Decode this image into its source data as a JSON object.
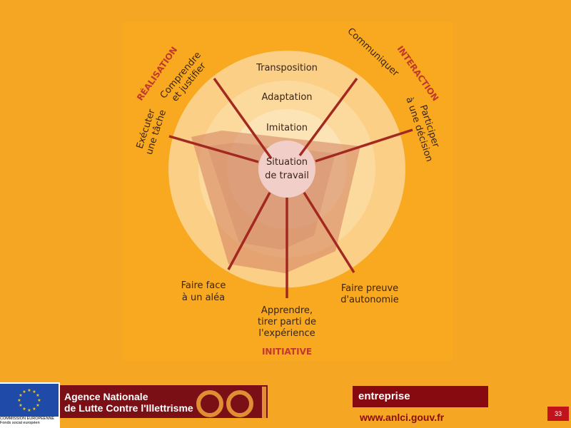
{
  "diagram": {
    "center": [
      "Situation",
      "de travail"
    ],
    "levels": [
      "Transposition",
      "Adaptation",
      "Imitation"
    ],
    "categories": {
      "realisation": "RÉALISATION",
      "interaction": "INTERACTION",
      "initiative": "INITIATIVE"
    },
    "axes": {
      "comprendre": [
        "Comprendre",
        "et justifier"
      ],
      "communiquer": [
        "Communiquer"
      ],
      "participer": [
        "Participer",
        "à une décision"
      ],
      "executer": [
        "Exécuter",
        "une tâche"
      ],
      "faire_face": [
        "Faire face",
        "à un aléa"
      ],
      "apprendre": [
        "Apprendre,",
        "tirer parti de",
        "l'expérience"
      ],
      "autonomie": [
        "Faire preuve",
        "d'autonomie"
      ]
    }
  },
  "footer": {
    "eu_caption_1": "COMMISSION EUROPÉENNE",
    "eu_caption_2": "Fonds social européen",
    "anlci_line1": "Agence Nationale",
    "anlci_line2": "de Lutte Contre l'Illettrisme",
    "entreprise": "entreprise",
    "website": "www.anlci.gouv.fr",
    "page_number": "33"
  },
  "colors": {
    "background": "#f5a623",
    "ring_outer": "#fbd28a",
    "ring_middle": "#fcdca4",
    "ring_inner": "#fde7c0",
    "center": "#f0c8c4",
    "spoke": "#a32a24",
    "polygon": "#d98a6a",
    "category": "#c0392b"
  }
}
